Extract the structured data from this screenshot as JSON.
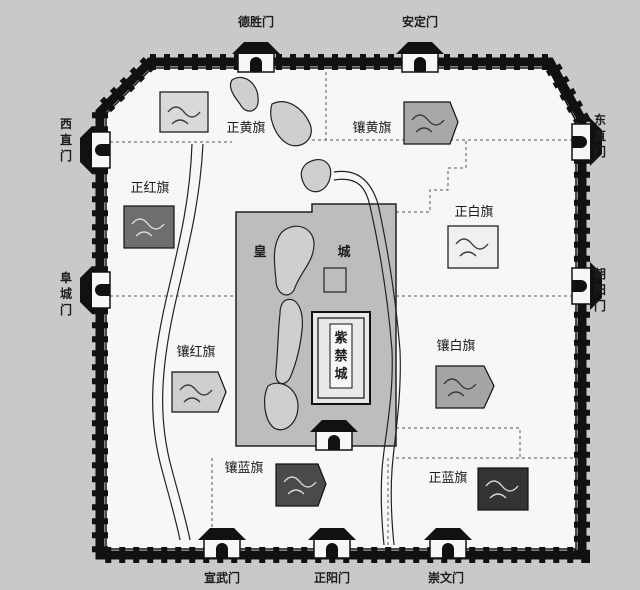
{
  "title": "",
  "gates": {
    "deshengmen": "德胜门",
    "andingmen": "安定门",
    "dongzhimen": "东直门",
    "chaoyangmen": "朝阳门",
    "xizhimen": "西直门",
    "fuchengmen": "阜城门",
    "xuanwumen": "宣武门",
    "zhengyangmen": "正阳门",
    "chongwenmen": "崇文门"
  },
  "banners": {
    "zhenghuang": "正黄旗",
    "xianghuang": "镶黄旗",
    "zhenghong": "正红旗",
    "zhengbai": "正白旗",
    "xianghong": "镶红旗",
    "xiangbai": "镶白旗",
    "xianglan": "镶蓝旗",
    "zhenglan": "正蓝旗"
  },
  "areas": {
    "imperial_city_left": "皇",
    "imperial_city_right": "城",
    "forbidden_city": "紫禁城"
  },
  "flags": {
    "zhenghuang": {
      "shape": "square",
      "color": "#d9d9d9"
    },
    "xianghuang": {
      "shape": "bordered-pennant",
      "color": "#a8a8a8"
    },
    "zhenghong": {
      "shape": "square",
      "color": "#6e6e6e"
    },
    "zhengbai": {
      "shape": "square",
      "color": "#f0f0f0"
    },
    "xianghong": {
      "shape": "bordered-pennant",
      "color": "#cfcfcf"
    },
    "xiangbai": {
      "shape": "bordered-pennant",
      "color": "#a5a5a5"
    },
    "xianglan": {
      "shape": "bordered-pennant",
      "color": "#4a4a4a"
    },
    "zhenglan": {
      "shape": "square",
      "color": "#333333"
    }
  },
  "colors": {
    "background": "#c9c9c9",
    "city_fill": "#f7f7f7",
    "imperial_city_fill": "#bdbdbd",
    "wall": "#111111",
    "water": "#cfcfcf"
  }
}
